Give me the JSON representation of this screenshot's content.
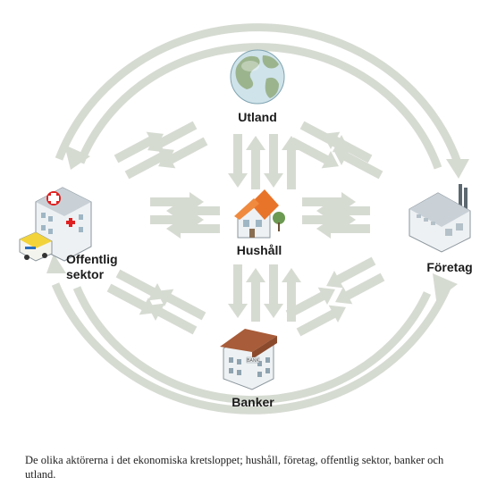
{
  "actors": {
    "utland": "Utland",
    "hushall": "Hushåll",
    "foretag": "Företag",
    "banker": "Banker",
    "offentlig_line1": "Offentlig",
    "offentlig_line2": "sektor"
  },
  "building_signs": {
    "bank": "BANK"
  },
  "caption": "De olika aktörerna i det ekonomiska kretsloppet; hushåll, företag, offentlig sektor, banker och utland.",
  "colors": {
    "flow_arrows": "#d6dbd2",
    "roof_house": "#e8742a",
    "roof_bank": "#a85c39",
    "building_wall": "#eef1f3",
    "globe_water": "#cfe3ea",
    "globe_land": "#9cb48e",
    "hospital_cross": "#e02020"
  },
  "icons": [
    "globe-icon",
    "house-icon",
    "factory-icon",
    "bank-icon",
    "hospital-icon",
    "ambulance-icon"
  ]
}
